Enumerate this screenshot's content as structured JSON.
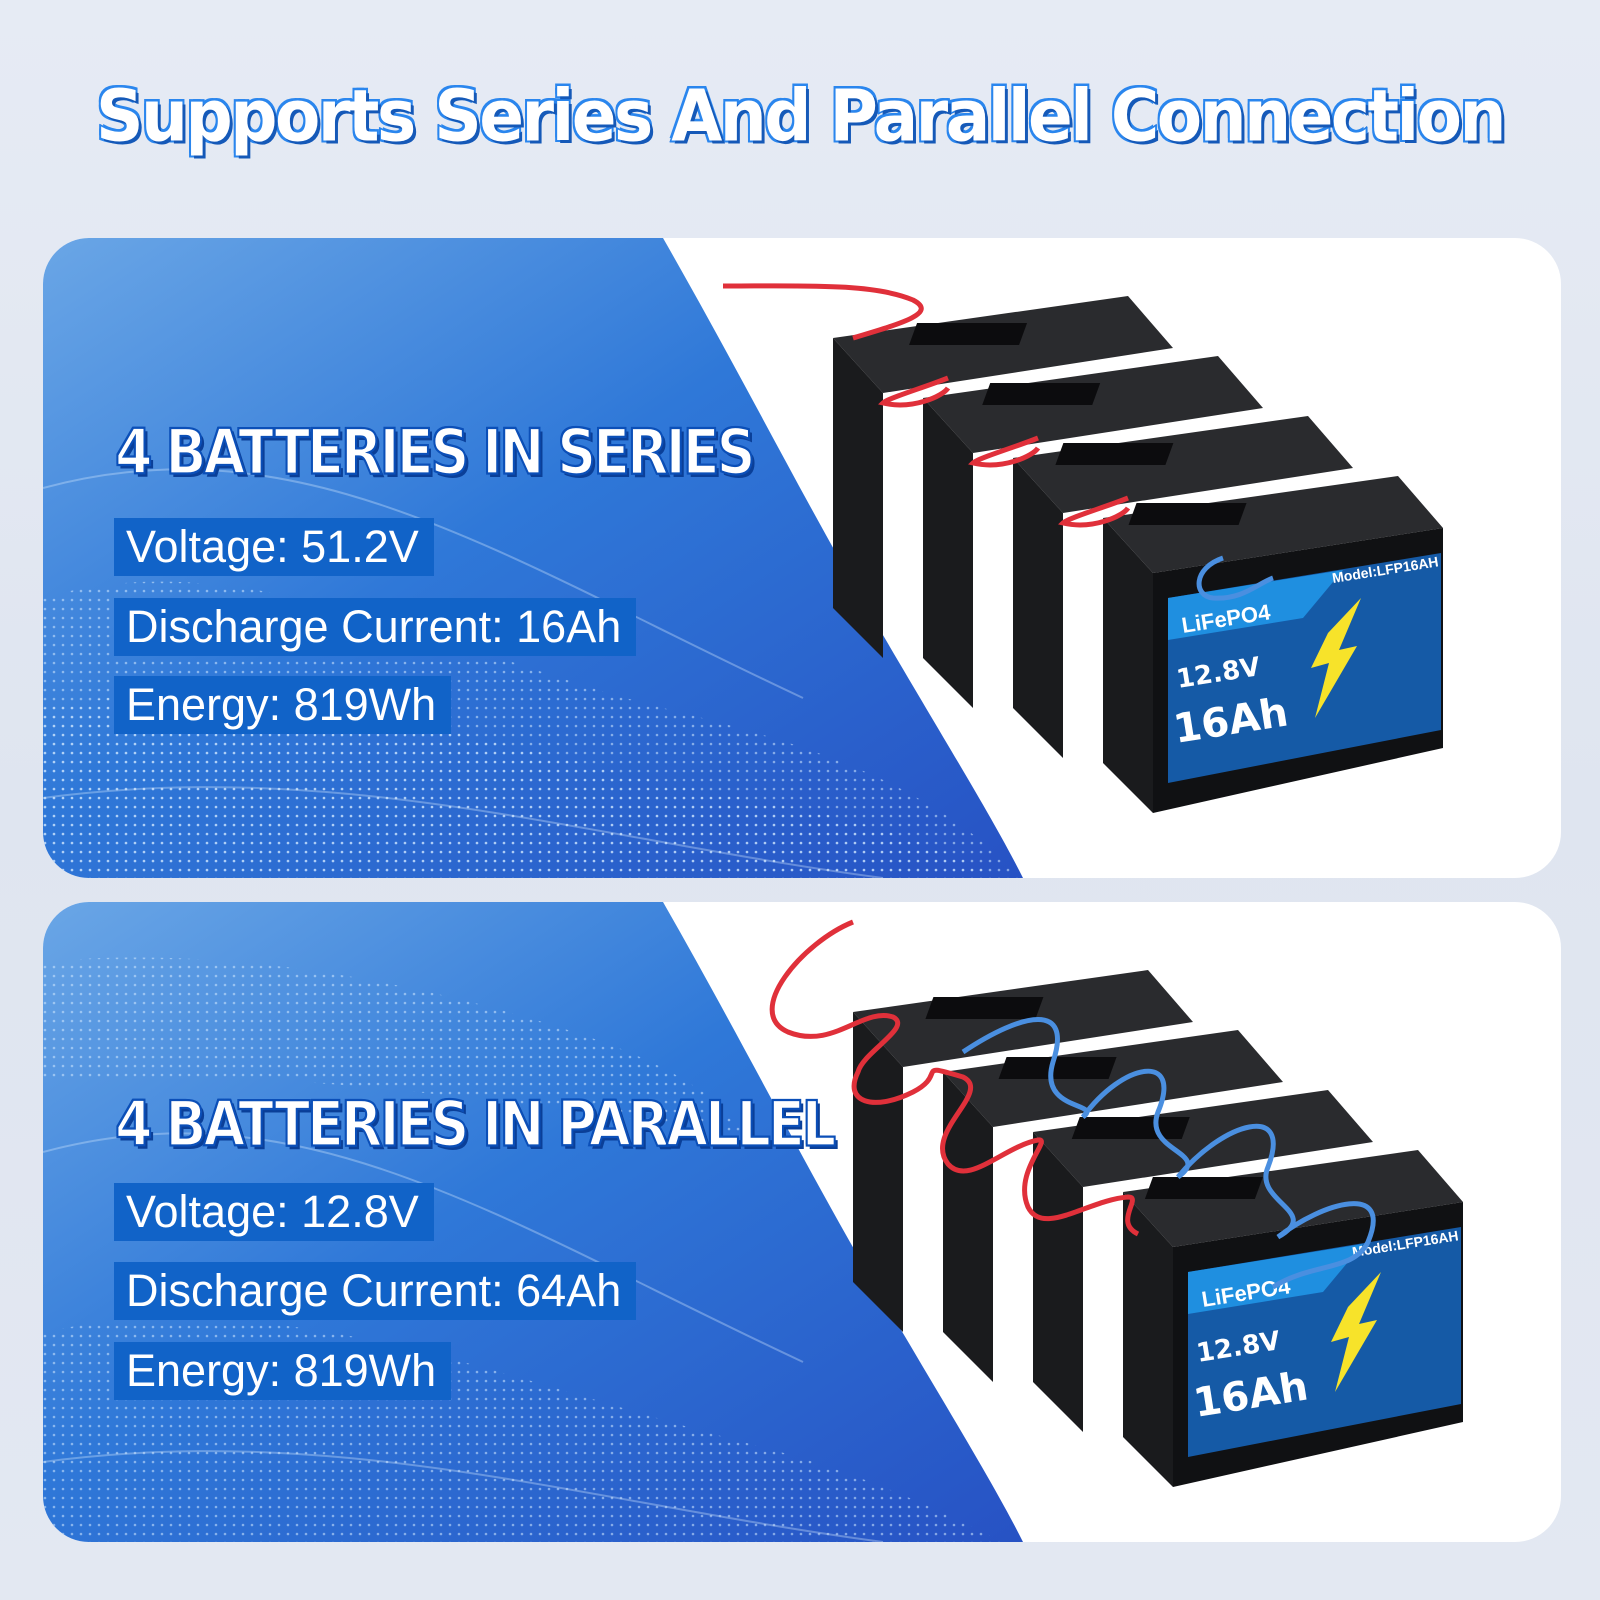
{
  "title": "Supports Series And Parallel Connection",
  "colors": {
    "accent": "#1163c8",
    "title_outline": "#1a6fd6",
    "wire_positive": "#e0303a",
    "wire_negative": "#4a8fe0",
    "battery_body": "#111214",
    "label_blue": "#1f8fe0"
  },
  "panels": [
    {
      "heading": "4 BATTERIES IN SERIES",
      "specs": [
        "Voltage: 51.2V",
        "Discharge Current: 16Ah",
        "Energy: 819Wh"
      ],
      "battery_label": {
        "chemistry": "LiFePO4",
        "model": "Model:LFP16AH",
        "voltage": "12.8V",
        "capacity": "16Ah"
      }
    },
    {
      "heading": "4 BATTERIES IN PARALLEL",
      "specs": [
        "Voltage: 12.8V",
        "Discharge Current: 64Ah",
        "Energy: 819Wh"
      ],
      "battery_label": {
        "chemistry": "LiFePO4",
        "model": "Model:LFP16AH",
        "voltage": "12.8V",
        "capacity": "16Ah"
      }
    }
  ]
}
